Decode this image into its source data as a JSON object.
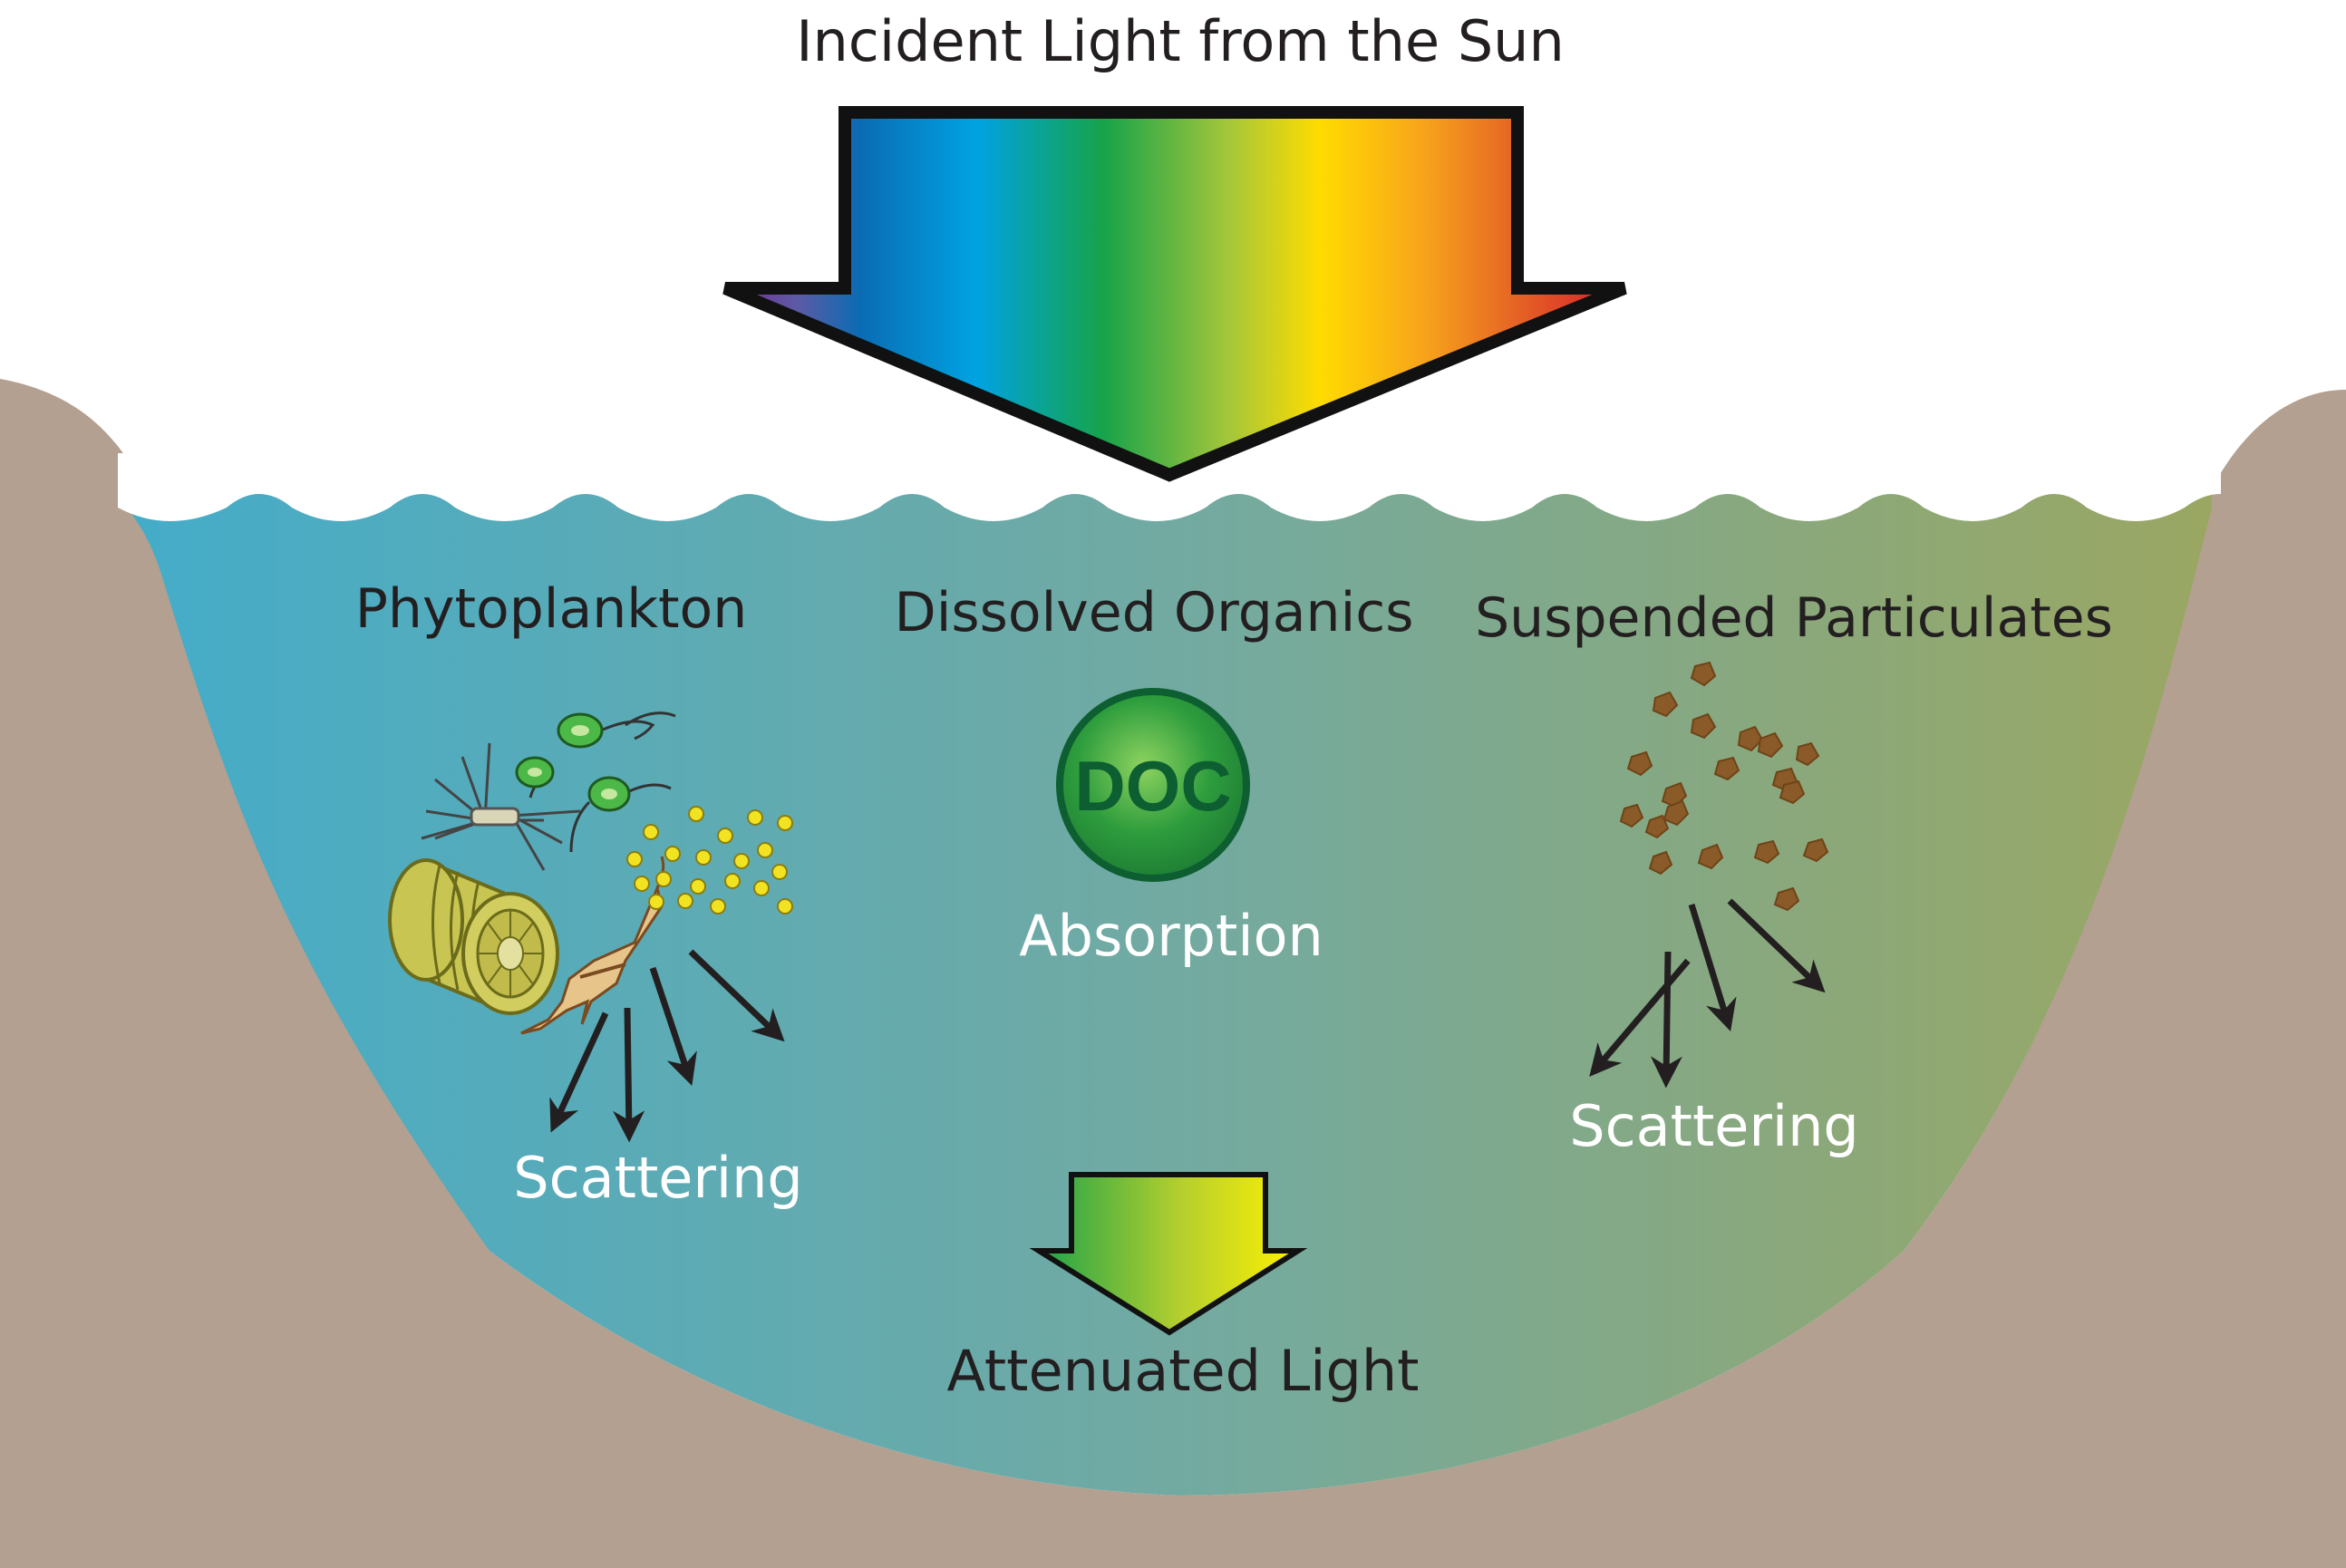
{
  "title": "Incident Light from the Sun",
  "labels": {
    "phytoplankton": "Phytoplankton",
    "dissolved_organics": "Dissolved Organics",
    "suspended_particulates": "Suspended Particulates",
    "absorption": "Absorption",
    "scattering_left": "Scattering",
    "scattering_right": "Scattering",
    "attenuated_light": "Attenuated Light",
    "doc_badge": "DOC"
  },
  "colors": {
    "water_left": "#4aaec8",
    "water_mid": "#72a9a3",
    "water_right": "#96a76a",
    "land": "#b3a090",
    "outline": "#231f20",
    "doc_green": "#2f9a3e"
  },
  "icons": [
    "spectrum-arrow",
    "attenuated-arrow",
    "doc-circle",
    "scatter-arrow",
    "phytoplankton-cells",
    "particles"
  ]
}
